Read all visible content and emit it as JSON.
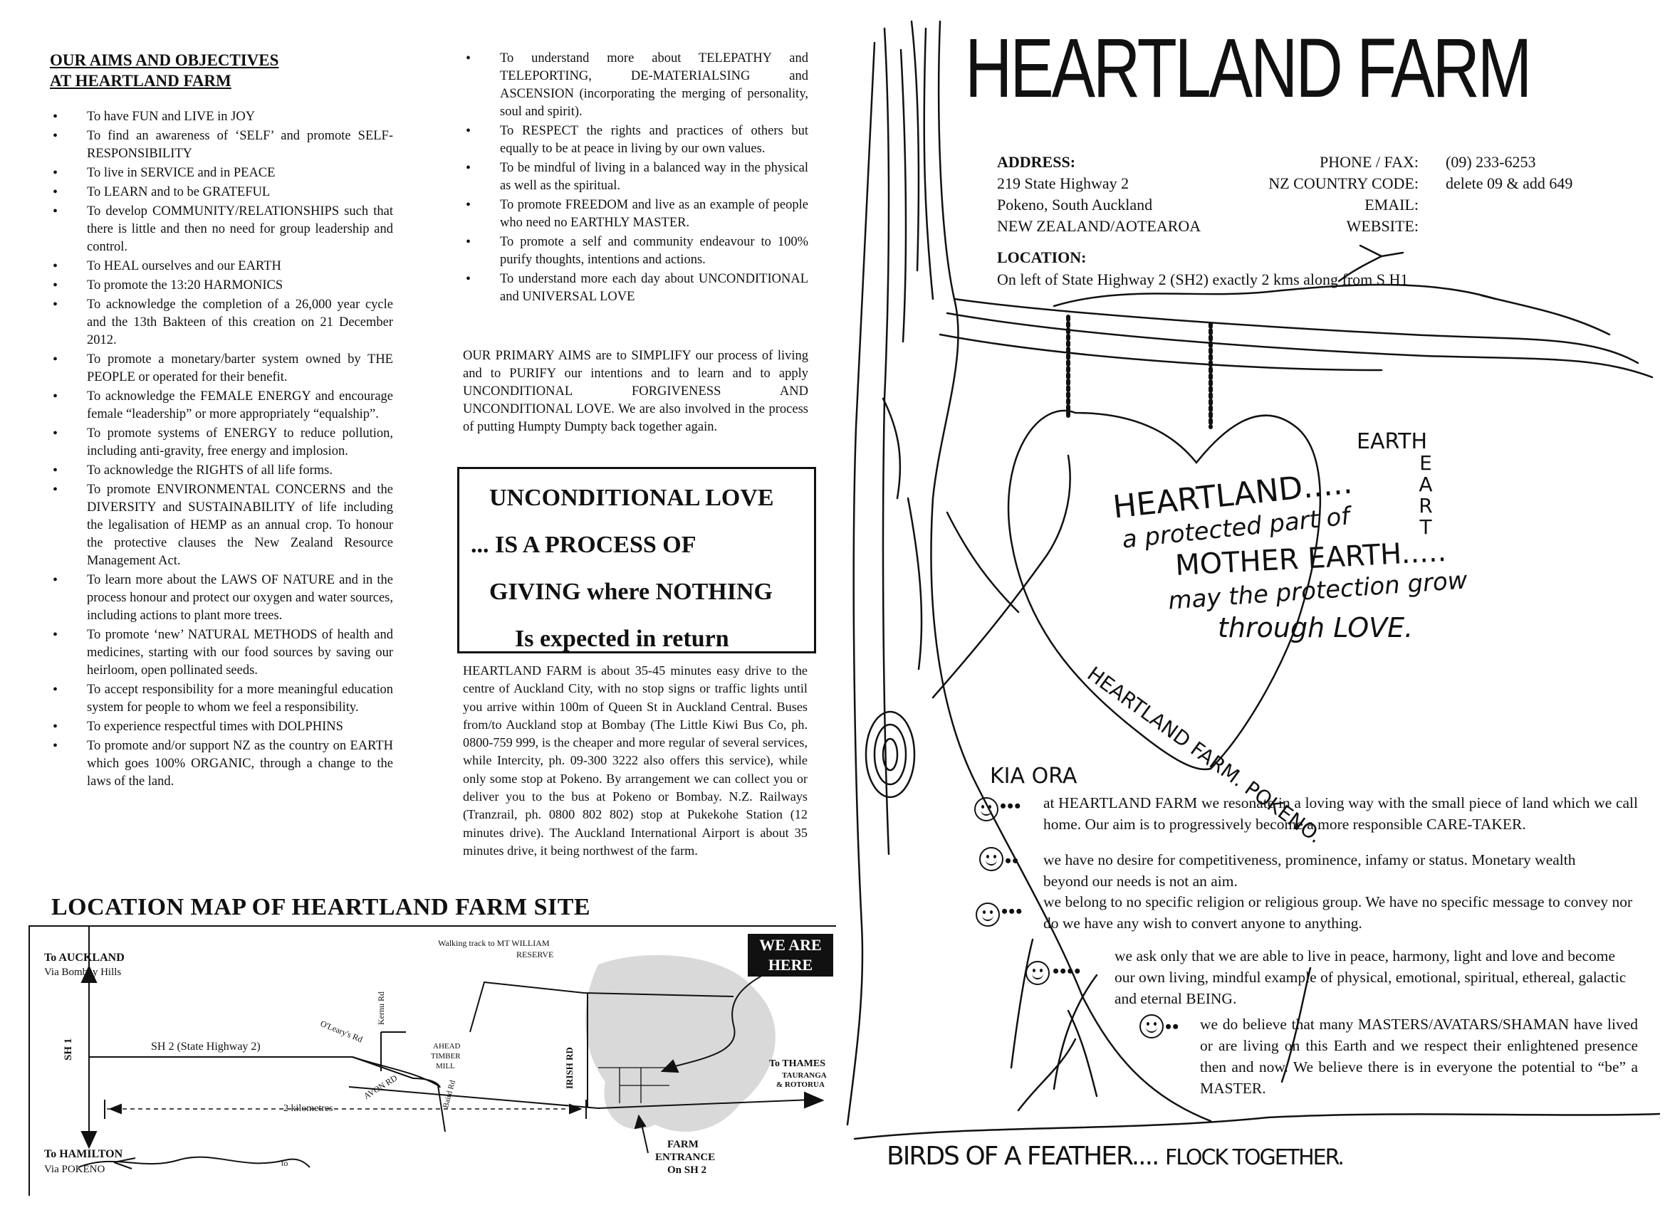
{
  "aims": {
    "title_line1": "OUR AIMS AND OBJECTIVES",
    "title_line2": "AT HEARTLAND FARM",
    "items_left": [
      "To have FUN and LIVE in JOY",
      "To find an awareness of ‘SELF’ and promote SELF-RESPONSIBILITY",
      "To live in SERVICE and in PEACE",
      "To LEARN and to be GRATEFUL",
      "To develop COMMUNITY/RELATIONSHIPS such that there is little and then no need for group leadership and control.",
      "To HEAL ourselves and our EARTH",
      "To promote the 13:20 HARMONICS",
      "To acknowledge the completion of a 26,000 year cycle and the 13th Bakteen of this creation on 21 December 2012.",
      "To promote a monetary/barter system owned by THE PEOPLE or operated for their benefit.",
      "To acknowledge the FEMALE ENERGY and encourage female “leadership” or more appropriately “equalship”.",
      "To promote systems of ENERGY to reduce pollution, including anti-gravity, free energy and implosion.",
      "To acknowledge the RIGHTS of all life forms.",
      "To promote ENVIRONMENTAL CONCERNS and the DIVERSITY and SUSTAINABILITY of life including the legalisation of HEMP as an annual crop. To honour the protective clauses the New Zealand Resource Management Act.",
      "To learn more about the LAWS OF NATURE and in the process honour and protect our oxygen and water sources, including actions to plant more trees.",
      "To promote ‘new’ NATURAL METHODS of health and medicines, starting with our food sources by saving our heirloom, open pollinated seeds.",
      "To accept responsibility for a more meaningful education system for people to whom we feel a responsibility.",
      "To experience respectful times with DOLPHINS",
      "To promote and/or support NZ as the country on EARTH which goes 100% ORGANIC, through a change to the laws of the land."
    ],
    "items_middle": [
      "To understand more about TELEPATHY and TELEPORTING, DE-MATERIALSING and ASCENSION (incorporating the merging of personality, soul and spirit).",
      "To RESPECT the rights and practices of others but equally to be at peace in living by our own values.",
      "To be mindful of living in a balanced way in the physical as well as the spiritual.",
      "To promote FREEDOM and live as an example of people who need no EARTHLY MASTER.",
      "To promote a self and community endeavour to 100% purify thoughts, intentions and actions.",
      "To understand more each day about UNCONDITIONAL and UNIVERSAL LOVE"
    ],
    "primary_aims": "OUR PRIMARY AIMS are to SIMPLIFY our process of living and to PURIFY our intentions and to learn and to apply UNCONDITIONAL FORGIVENESS AND UNCONDITIONAL LOVE. We are also involved in the process of putting Humpty Dumpty back together again."
  },
  "quote_box": {
    "line1": "UNCONDITIONAL LOVE",
    "line2": "... IS A PROCESS OF",
    "line3": "GIVING where NOTHING",
    "line4": "Is expected in return"
  },
  "travel_text": "HEARTLAND FARM is about 35-45 minutes easy drive to the centre of Auckland City, with no stop signs or traffic lights until you arrive within 100m of Queen St in Auckland Central. Buses from/to Auckland stop at Bombay (The Little Kiwi Bus Co, ph. 0800-759 999, is the cheaper and more regular of several services, while Intercity, ph. 09-300 3222 also offers this service), while only some stop at Pokeno. By arrangement we can collect you or deliver you to the bus at Pokeno or Bombay. N.Z. Railways (Tranzrail, ph. 0800 802 802) stop at Pukekohe Station (12 minutes drive). The Auckland International Airport is about 35 minutes drive, it being northwest of the farm.",
  "map": {
    "title": "LOCATION MAP OF HEARTLAND FARM SITE",
    "to_auckland": "To AUCKLAND",
    "via_bombay": "Via Bombay Hills",
    "sh1": "SH 1",
    "sh2": "SH 2  (State Highway 2)",
    "olearys": "O'Leary's Rd",
    "kernu": "Kernu Rd",
    "walking_track": "Walking track to MT WILLIAM",
    "reserve": "RESERVE",
    "we_are_here": "WE ARE HERE",
    "ahead": "AHEAD",
    "timber": "TIMBER",
    "mill": "MILL",
    "avon": "AVON RD",
    "irish": "IRISH RD",
    "baird": "Baird Rd",
    "to_thames": "To THAMES",
    "tauranga": "TAURANGA",
    "rotorua": "& ROTORUA",
    "two_km": "2 kilometres",
    "to_hamilton": "To HAMILTON",
    "via_pokeno": "Via POKENO",
    "farm": "FARM",
    "entrance": "ENTRANCE",
    "on_sh2": "On SH 2",
    "to_small": "to"
  },
  "farm": {
    "title": "HEARTLAND FARM",
    "address_label": "ADDRESS:",
    "address_line1": "219 State Highway 2",
    "address_line2": "Pokeno, South Auckland",
    "address_line3": "NEW ZEALAND/AOTEAROA",
    "phone_label": "PHONE / FAX:",
    "phone_value": "(09) 233-6253",
    "country_label": "NZ COUNTRY CODE:",
    "country_value": "delete 09 & add 649",
    "email_label": "EMAIL:",
    "website_label": "WEBSITE:",
    "location_label": "LOCATION:",
    "location_text": "On left of State Highway 2 (SH2) exactly 2 kms along from S H1"
  },
  "heart": {
    "earth": "EARTH",
    "vertical": [
      "E",
      "A",
      "R",
      "T"
    ],
    "line1": "HEARTLAND.....",
    "line2": "a protected part of",
    "line3": "MOTHER EARTH.....",
    "line4": "may the protection grow",
    "line5": "through LOVE.",
    "curve": "HEARTLAND FARM. POKENO."
  },
  "kia_ora": "KIA ORA",
  "paragraphs": [
    "at HEARTLAND FARM we resonate in a loving way with the small piece of land which we call home. Our aim is to progressively become a more responsible CARE-TAKER.",
    "we have no desire for competitiveness, prominence, infamy or status. Monetary wealth beyond our needs is not an aim.",
    "we belong to no specific religion or religious group. We have no specific message to convey nor do we have any wish to convert anyone to anything.",
    "we ask only that we are able to live in peace, harmony, light and love and become our own living, mindful example of physical, emotional, spiritual, ethereal, galactic and eternal BEING.",
    "we do believe that many MASTERS/AVATARS/SHAMAN have lived or are living on this Earth and we respect their enlightened presence then and now. We believe there is in everyone the potential to “be” a MASTER."
  ],
  "footer": {
    "part1": "BIRDS OF A FEATHER....",
    "part2": "FLOCK TOGETHER."
  }
}
